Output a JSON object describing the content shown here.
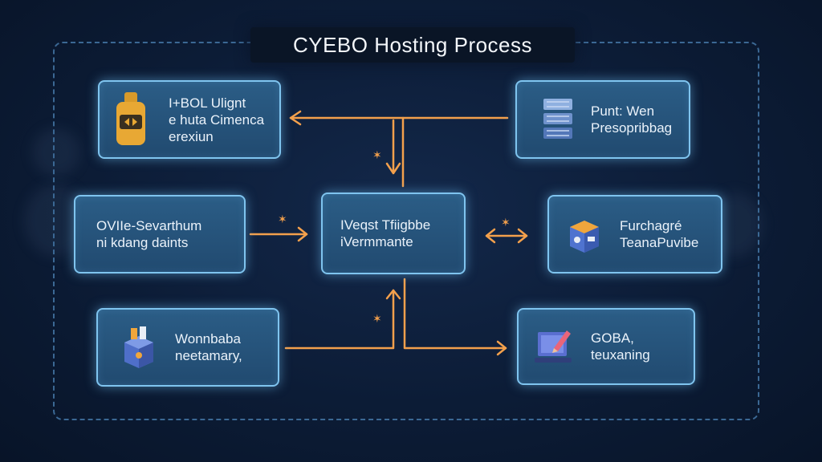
{
  "title": "CYEBO Hosting Process",
  "boxes": {
    "top_left": {
      "line1": "I+BOL Ulignt",
      "line2": "e huta Cimenca",
      "line3": "erexiun",
      "icon": "bottle-icon"
    },
    "mid_left": {
      "line1": "OVIIe-Sevarthum",
      "line2": "ni kdang daints"
    },
    "bottom_left": {
      "line1": "Wonnbaba",
      "line2": "neetamary,",
      "icon": "package-box-icon"
    },
    "center": {
      "line1": "IVeqst Tfiigbbe",
      "line2": "iVermmante"
    },
    "top_right": {
      "line1": "Punt: Wen",
      "line2": "Presopribbag",
      "icon": "server-stack-icon"
    },
    "mid_right": {
      "line1": "Furchagré",
      "line2": "TeanaPuvibe",
      "icon": "shipping-box-icon"
    },
    "bottom_right": {
      "line1": "GOBA,",
      "line2": "teuxaning",
      "icon": "laptop-pen-icon"
    }
  },
  "colors": {
    "arrow": "#f3a04c",
    "box_border": "#7fc4ef",
    "frame": "#3b6894"
  }
}
